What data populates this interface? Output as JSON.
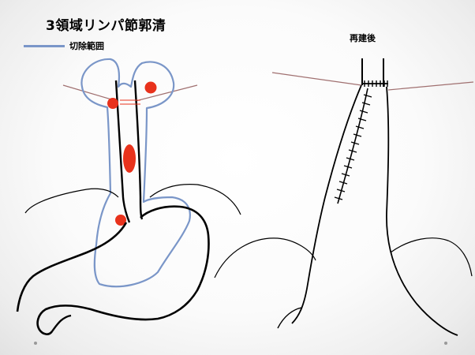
{
  "title": "3領域リンパ節郭清",
  "legend": {
    "label": "切除範囲",
    "color": "#7a96c8"
  },
  "after_label": "再建後",
  "colors": {
    "lymph_node": "#e8321c",
    "outline": "#000000",
    "nerve_line": "#a07070"
  }
}
